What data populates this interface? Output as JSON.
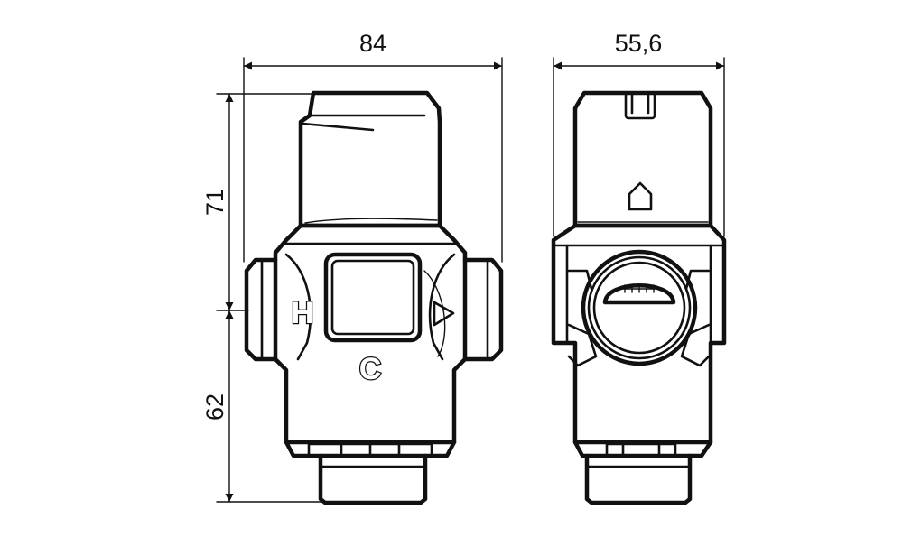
{
  "dimensions": {
    "width_front": "84",
    "width_side": "55,6",
    "height_upper": "71",
    "height_lower": "62"
  },
  "markings": {
    "hot_port": "H",
    "cold_port": "C"
  }
}
